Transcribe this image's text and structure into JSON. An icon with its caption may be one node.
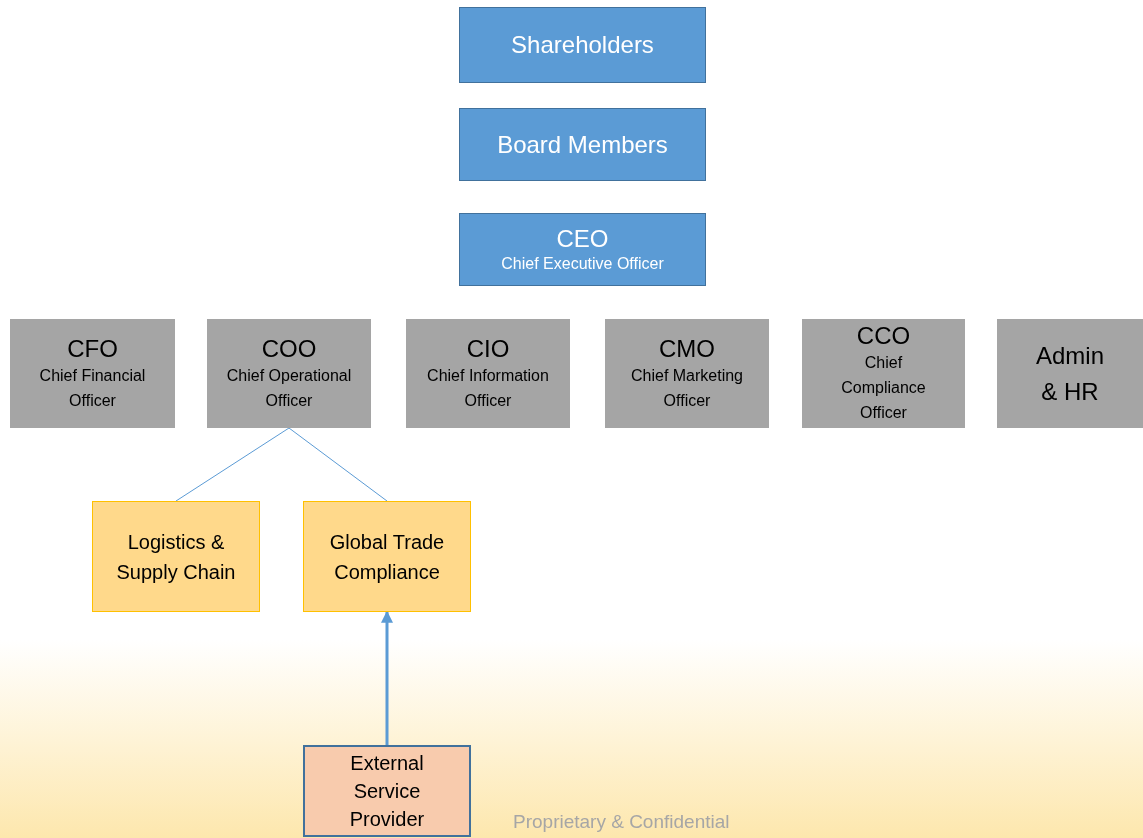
{
  "diagram": {
    "nodes": [
      {
        "text": [
          "Shareholders"
        ]
      },
      {
        "text": [
          "Board Members"
        ]
      },
      {
        "text": [
          "CEO",
          "Chief Executive Officer"
        ]
      },
      {
        "text": [
          "CFO",
          "Chief Financial Officer"
        ]
      },
      {
        "text": [
          "COO",
          "Chief Operational Officer"
        ]
      },
      {
        "text": [
          "CIO",
          "Chief Information Officer"
        ]
      },
      {
        "text": [
          "CMO",
          "Chief Marketing Officer"
        ]
      },
      {
        "text": [
          "CCO",
          "Chief Compliance Officer"
        ]
      },
      {
        "text": [
          "Admin & HR"
        ]
      },
      {
        "text": [
          "Logistics & Supply Chain"
        ]
      },
      {
        "text": [
          "Global Trade Compliance"
        ]
      },
      {
        "text": [
          "External Service Provider"
        ]
      }
    ],
    "edges": [
      {
        "from": 4,
        "to": 9,
        "arrow": "none"
      },
      {
        "from": 4,
        "to": 10,
        "arrow": "none"
      },
      {
        "from": 11,
        "to": 10,
        "arrow": "to",
        "style": "thick"
      }
    ],
    "labels": [
      "Proprietary & Confidential"
    ]
  }
}
